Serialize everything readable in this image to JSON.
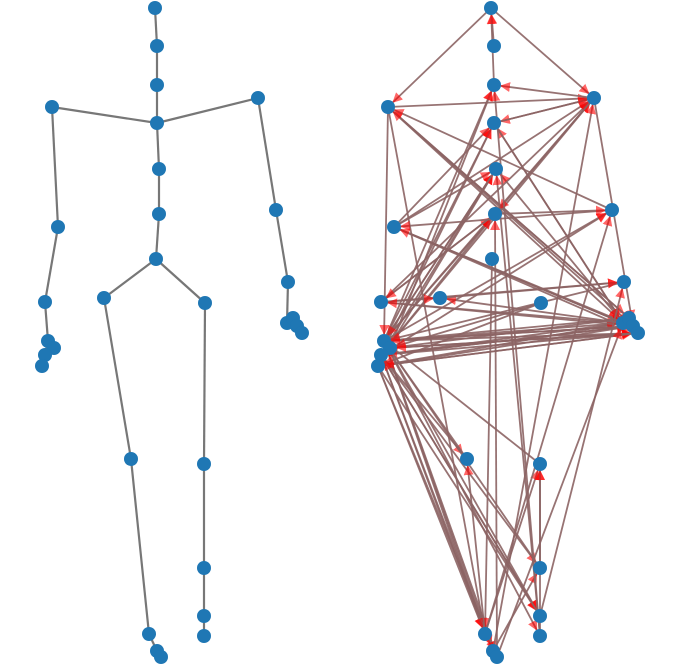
{
  "colors": {
    "node": "#1f77b4",
    "skeleton_edge": "#777777",
    "graph_edge": "#8c6464",
    "arrow": "#ff0000"
  },
  "skeleton": {
    "node_count": 31,
    "edges": [
      [
        0,
        1
      ],
      [
        1,
        2
      ],
      [
        2,
        3
      ],
      [
        3,
        4
      ],
      [
        3,
        5
      ],
      [
        3,
        6
      ],
      [
        6,
        7
      ],
      [
        7,
        8
      ],
      [
        8,
        9
      ],
      [
        8,
        10
      ],
      [
        4,
        11
      ],
      [
        11,
        12
      ],
      [
        12,
        13
      ],
      [
        13,
        14
      ],
      [
        13,
        15
      ],
      [
        15,
        16
      ],
      [
        5,
        17
      ],
      [
        17,
        18
      ],
      [
        18,
        19
      ],
      [
        19,
        20
      ],
      [
        19,
        21
      ],
      [
        21,
        22
      ],
      [
        9,
        23
      ],
      [
        23,
        24
      ],
      [
        24,
        25
      ],
      [
        25,
        26
      ],
      [
        10,
        27
      ],
      [
        27,
        28
      ],
      [
        28,
        29
      ],
      [
        29,
        30
      ]
    ]
  },
  "attention_graph": {
    "directed_edges": [
      [
        1,
        0
      ],
      [
        0,
        5
      ],
      [
        0,
        4
      ],
      [
        2,
        0
      ],
      [
        4,
        13
      ],
      [
        4,
        5
      ],
      [
        4,
        19
      ],
      [
        4,
        20
      ],
      [
        4,
        21
      ],
      [
        4,
        24
      ],
      [
        11,
        5
      ],
      [
        11,
        19
      ],
      [
        11,
        21
      ],
      [
        11,
        22
      ],
      [
        11,
        3
      ],
      [
        11,
        6
      ],
      [
        13,
        2
      ],
      [
        13,
        3
      ],
      [
        13,
        5
      ],
      [
        13,
        6
      ],
      [
        13,
        7
      ],
      [
        13,
        17
      ],
      [
        13,
        19
      ],
      [
        13,
        20
      ],
      [
        13,
        21
      ],
      [
        13,
        22
      ],
      [
        13,
        24
      ],
      [
        13,
        25
      ],
      [
        13,
        26
      ],
      [
        13,
        29
      ],
      [
        13,
        30
      ],
      [
        15,
        3
      ],
      [
        15,
        5
      ],
      [
        15,
        6
      ],
      [
        15,
        7
      ],
      [
        15,
        17
      ],
      [
        15,
        19
      ],
      [
        15,
        21
      ],
      [
        15,
        22
      ],
      [
        15,
        24
      ],
      [
        15,
        25
      ],
      [
        15,
        28
      ],
      [
        15,
        29
      ],
      [
        15,
        23
      ],
      [
        16,
        6
      ],
      [
        16,
        19
      ],
      [
        16,
        21
      ],
      [
        16,
        22
      ],
      [
        16,
        24
      ],
      [
        16,
        26
      ],
      [
        16,
        29
      ],
      [
        12,
        5
      ],
      [
        12,
        7
      ],
      [
        12,
        18
      ],
      [
        12,
        21
      ],
      [
        12,
        9
      ],
      [
        14,
        2
      ],
      [
        14,
        22
      ],
      [
        14,
        20
      ],
      [
        19,
        3
      ],
      [
        19,
        6
      ],
      [
        19,
        11
      ],
      [
        19,
        9
      ],
      [
        19,
        12
      ],
      [
        21,
        13
      ],
      [
        21,
        15
      ],
      [
        22,
        14
      ],
      [
        22,
        16
      ],
      [
        20,
        4
      ],
      [
        18,
        13
      ],
      [
        17,
        4
      ],
      [
        17,
        11
      ],
      [
        5,
        3
      ],
      [
        5,
        2
      ],
      [
        5,
        7
      ],
      [
        5,
        21
      ],
      [
        3,
        5
      ],
      [
        3,
        19
      ],
      [
        6,
        13
      ],
      [
        7,
        12
      ],
      [
        7,
        17
      ],
      [
        8,
        24
      ],
      [
        9,
        18
      ],
      [
        10,
        16
      ],
      [
        10,
        14
      ],
      [
        23,
        13
      ],
      [
        24,
        23
      ],
      [
        24,
        27
      ],
      [
        25,
        28
      ],
      [
        26,
        7
      ],
      [
        28,
        13
      ],
      [
        28,
        27
      ],
      [
        29,
        15
      ],
      [
        30,
        27
      ],
      [
        27,
        13
      ],
      [
        26,
        19
      ],
      [
        24,
        17
      ],
      [
        25,
        5
      ],
      [
        29,
        18
      ],
      [
        30,
        6
      ],
      [
        30,
        2
      ]
    ]
  }
}
